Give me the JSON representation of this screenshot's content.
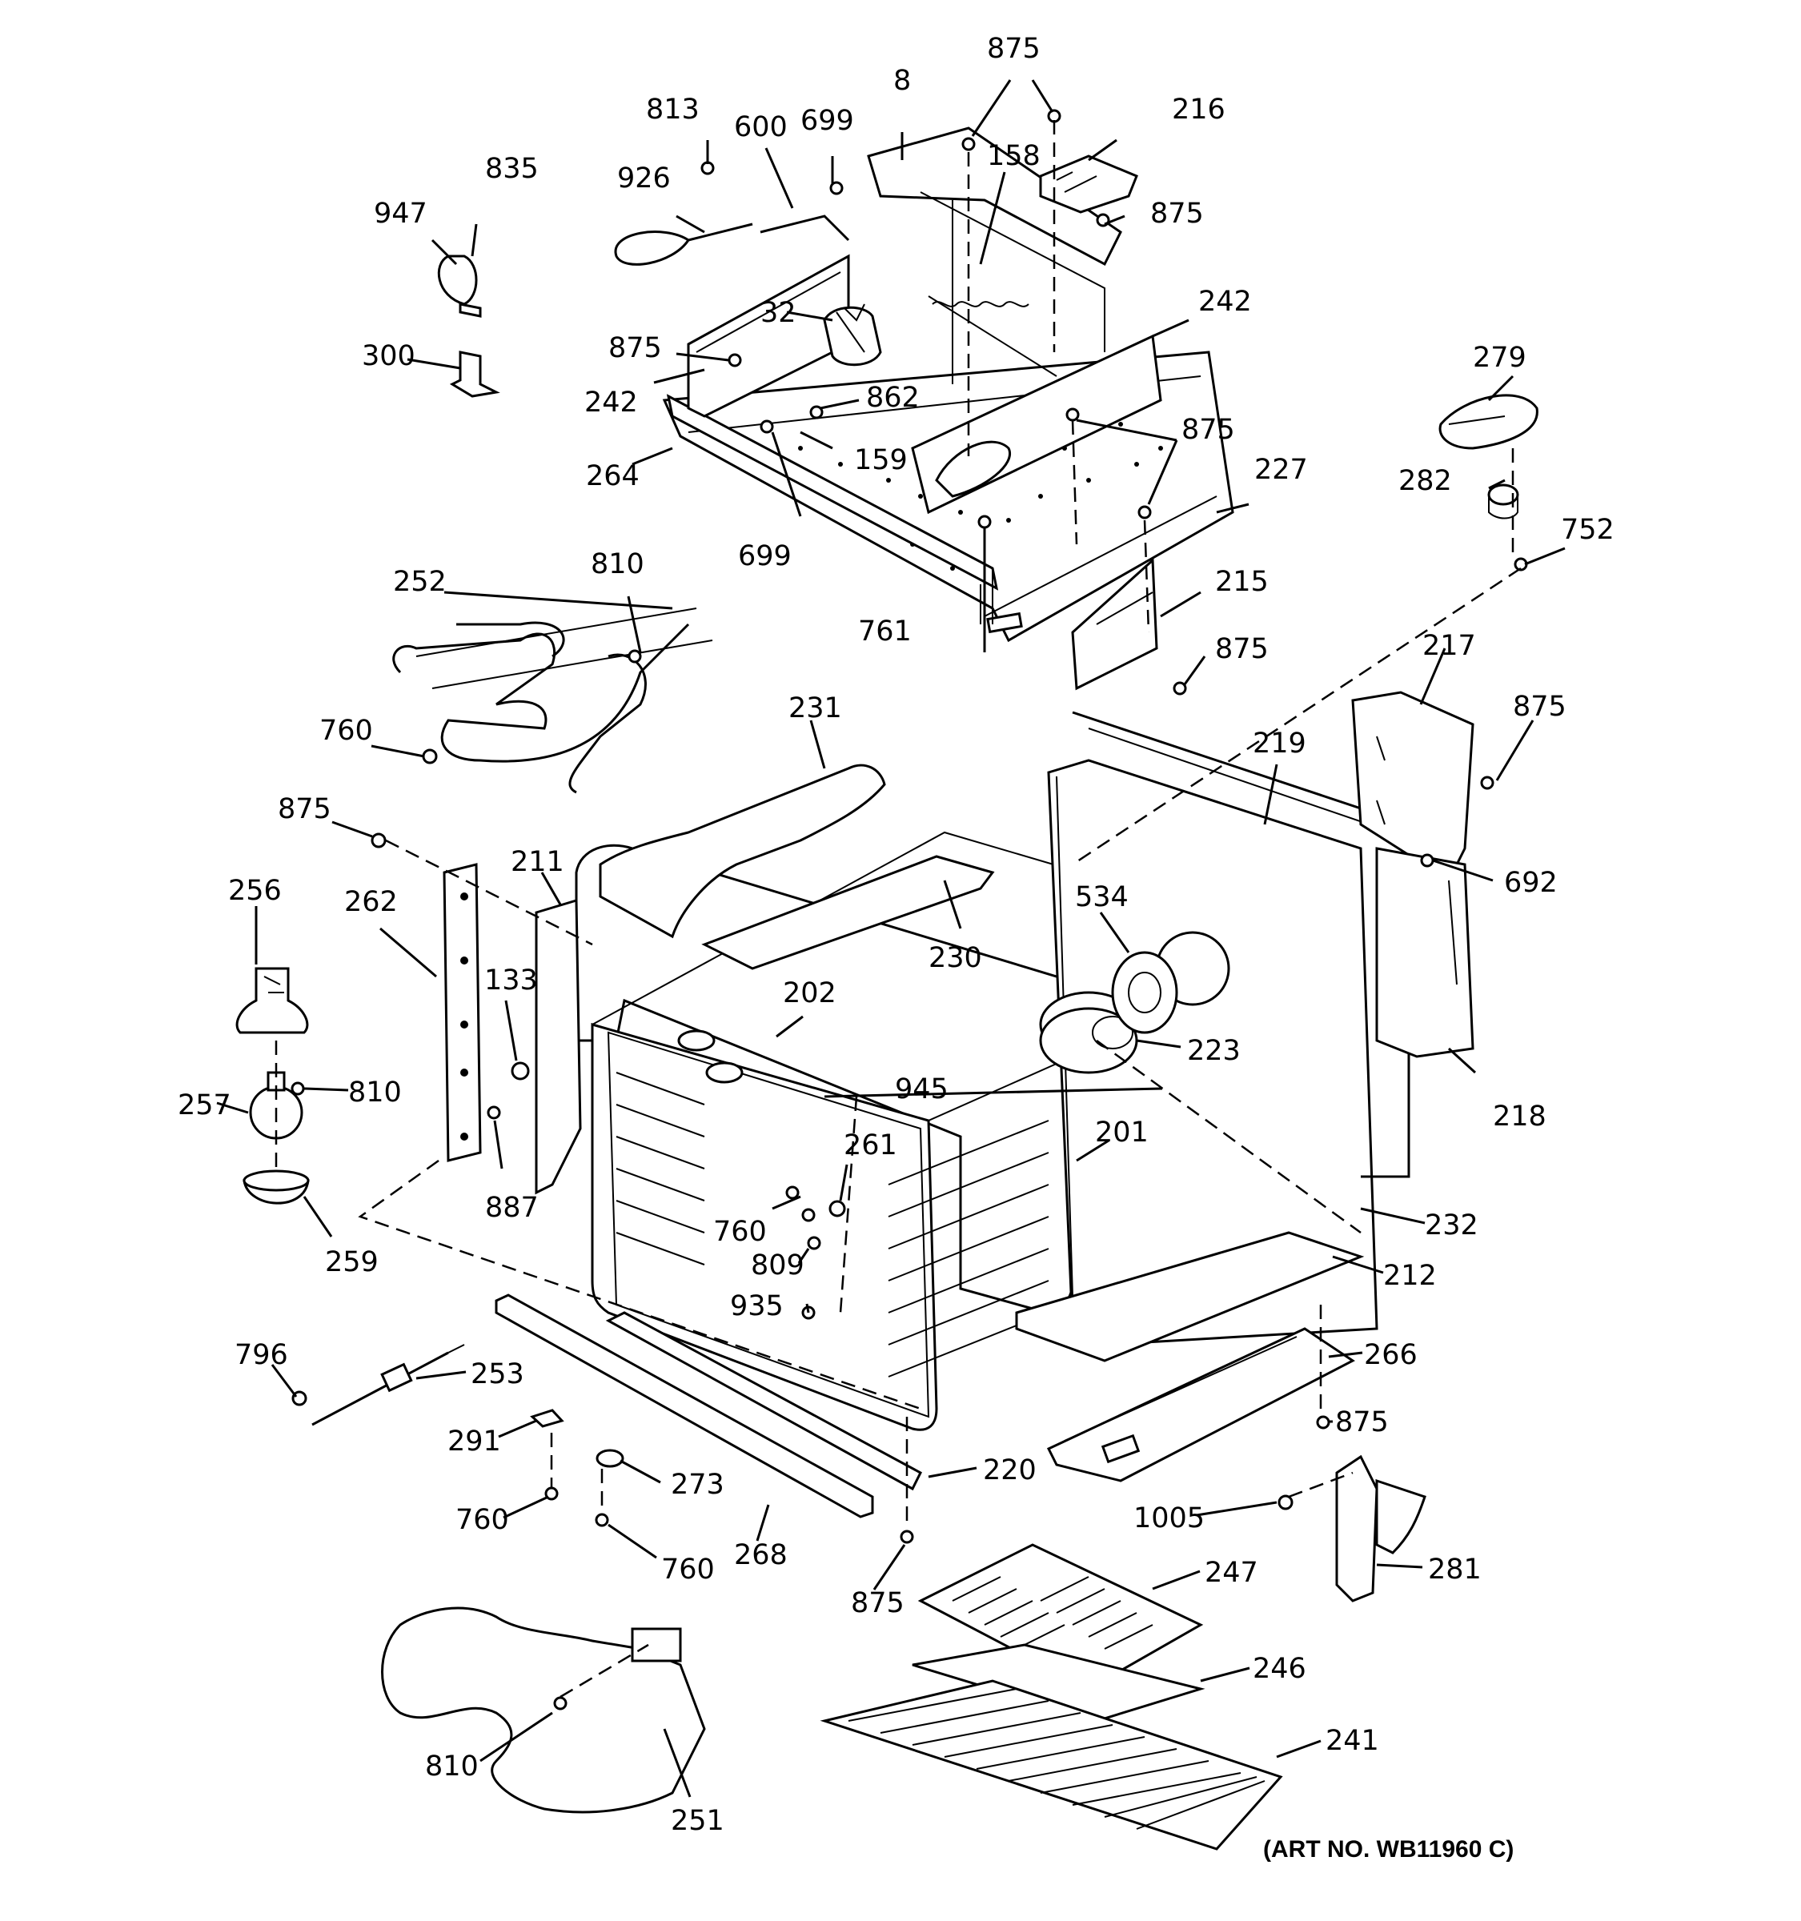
{
  "diagram": {
    "art_number": "(ART NO. WB11960 C)",
    "callouts": [
      {
        "id": "875-a",
        "text": "875"
      },
      {
        "id": "8",
        "text": "8"
      },
      {
        "id": "216",
        "text": "216"
      },
      {
        "id": "813",
        "text": "813"
      },
      {
        "id": "600",
        "text": "600"
      },
      {
        "id": "699-a",
        "text": "699"
      },
      {
        "id": "835",
        "text": "835"
      },
      {
        "id": "926",
        "text": "926"
      },
      {
        "id": "158",
        "text": "158"
      },
      {
        "id": "947",
        "text": "947"
      },
      {
        "id": "875-b",
        "text": "875"
      },
      {
        "id": "242-a",
        "text": "242"
      },
      {
        "id": "32",
        "text": "32"
      },
      {
        "id": "875-c",
        "text": "875"
      },
      {
        "id": "300",
        "text": "300"
      },
      {
        "id": "242-b",
        "text": "242"
      },
      {
        "id": "862",
        "text": "862"
      },
      {
        "id": "279",
        "text": "279"
      },
      {
        "id": "875-d",
        "text": "875"
      },
      {
        "id": "159",
        "text": "159"
      },
      {
        "id": "264",
        "text": "264"
      },
      {
        "id": "227",
        "text": "227"
      },
      {
        "id": "282",
        "text": "282"
      },
      {
        "id": "752",
        "text": "752"
      },
      {
        "id": "699-b",
        "text": "699"
      },
      {
        "id": "810-a",
        "text": "810"
      },
      {
        "id": "215",
        "text": "215"
      },
      {
        "id": "252",
        "text": "252"
      },
      {
        "id": "761",
        "text": "761"
      },
      {
        "id": "875-e",
        "text": "875"
      },
      {
        "id": "217",
        "text": "217"
      },
      {
        "id": "231",
        "text": "231"
      },
      {
        "id": "875-f",
        "text": "875"
      },
      {
        "id": "760-a",
        "text": "760"
      },
      {
        "id": "219",
        "text": "219"
      },
      {
        "id": "875-g",
        "text": "875"
      },
      {
        "id": "211",
        "text": "211"
      },
      {
        "id": "692",
        "text": "692"
      },
      {
        "id": "256",
        "text": "256"
      },
      {
        "id": "262",
        "text": "262"
      },
      {
        "id": "534",
        "text": "534"
      },
      {
        "id": "230",
        "text": "230"
      },
      {
        "id": "133",
        "text": "133"
      },
      {
        "id": "202",
        "text": "202"
      },
      {
        "id": "223",
        "text": "223"
      },
      {
        "id": "810-b",
        "text": "810"
      },
      {
        "id": "945",
        "text": "945"
      },
      {
        "id": "257",
        "text": "257"
      },
      {
        "id": "218",
        "text": "218"
      },
      {
        "id": "201",
        "text": "201"
      },
      {
        "id": "261",
        "text": "261"
      },
      {
        "id": "887",
        "text": "887"
      },
      {
        "id": "760-b",
        "text": "760"
      },
      {
        "id": "232",
        "text": "232"
      },
      {
        "id": "259",
        "text": "259"
      },
      {
        "id": "809",
        "text": "809"
      },
      {
        "id": "212",
        "text": "212"
      },
      {
        "id": "935",
        "text": "935"
      },
      {
        "id": "796",
        "text": "796"
      },
      {
        "id": "266",
        "text": "266"
      },
      {
        "id": "253",
        "text": "253"
      },
      {
        "id": "875-h",
        "text": "875"
      },
      {
        "id": "291",
        "text": "291"
      },
      {
        "id": "220",
        "text": "220"
      },
      {
        "id": "273",
        "text": "273"
      },
      {
        "id": "1005",
        "text": "1005"
      },
      {
        "id": "760-c",
        "text": "760"
      },
      {
        "id": "760-d",
        "text": "760"
      },
      {
        "id": "268",
        "text": "268"
      },
      {
        "id": "281",
        "text": "281"
      },
      {
        "id": "247",
        "text": "247"
      },
      {
        "id": "875-i",
        "text": "875"
      },
      {
        "id": "246",
        "text": "246"
      },
      {
        "id": "241",
        "text": "241"
      },
      {
        "id": "810-c",
        "text": "810"
      },
      {
        "id": "251",
        "text": "251"
      }
    ]
  }
}
